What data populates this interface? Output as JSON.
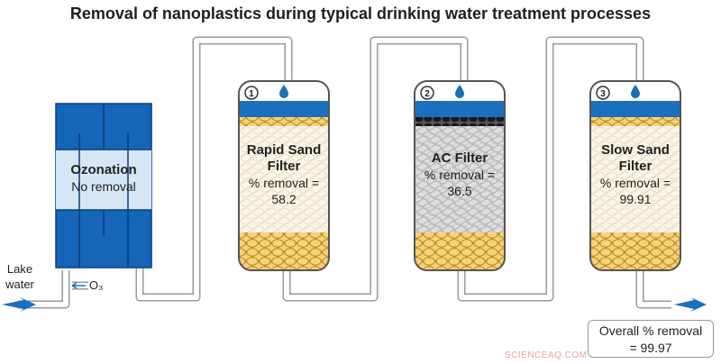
{
  "title": "Removal of nanoplastics during typical drinking water treatment processes",
  "inlet": {
    "label_line1": "Lake",
    "label_line2": "water",
    "ozone_label": "O₃"
  },
  "ozonation": {
    "name": "Ozonation",
    "result": "No removal"
  },
  "filters": [
    {
      "number": "1",
      "name_line1": "Rapid Sand",
      "name_line2": "Filter",
      "removal_label": "% removal =",
      "removal_value": "58.2"
    },
    {
      "number": "2",
      "name_line1": "AC Filter",
      "name_line2": "",
      "removal_label": "% removal =",
      "removal_value": "36.5"
    },
    {
      "number": "3",
      "name_line1": "Slow Sand",
      "name_line2": "Filter",
      "removal_label": "% removal =",
      "removal_value": "99.91"
    }
  ],
  "overall": {
    "line1": "Overall % removal",
    "line2": "= 99.97"
  },
  "watermark": "SCIENCEAQ.COM",
  "colors": {
    "water": "#1a6fbf",
    "tank_blue": "#1565b8",
    "sand": "#f0c050",
    "carbon": "#222222",
    "ac_media": "#c8c8c8"
  }
}
